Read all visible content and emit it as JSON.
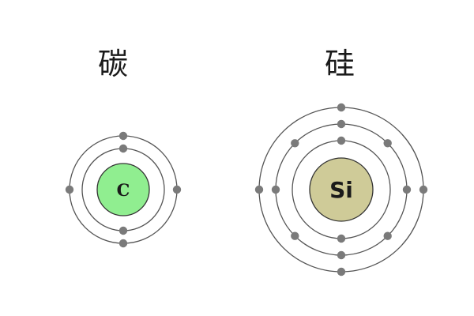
{
  "atoms": [
    {
      "name": "碳",
      "symbol": "C",
      "nucleus_color": "#90EE90",
      "shells": [
        2,
        4
      ]
    },
    {
      "name": "硅",
      "symbol": "Si",
      "nucleus_color": "#CFCB98",
      "shells": [
        2,
        8,
        4
      ]
    }
  ],
  "colors": {
    "orbit": "#555555",
    "electron": "#7a7a7a",
    "nucleus_stroke": "#333333",
    "text": "#1a1a1a"
  }
}
